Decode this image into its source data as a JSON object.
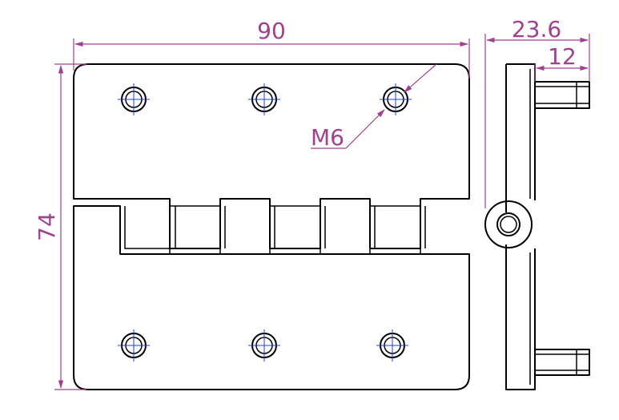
{
  "drawing": {
    "labels": {
      "width": "90",
      "height": "74",
      "depth": "23.6",
      "pin_length": "12",
      "hole": "M6"
    },
    "colors": {
      "outline": "#000000",
      "dimension": "#a0408f",
      "centerline": "#2040d0"
    }
  }
}
